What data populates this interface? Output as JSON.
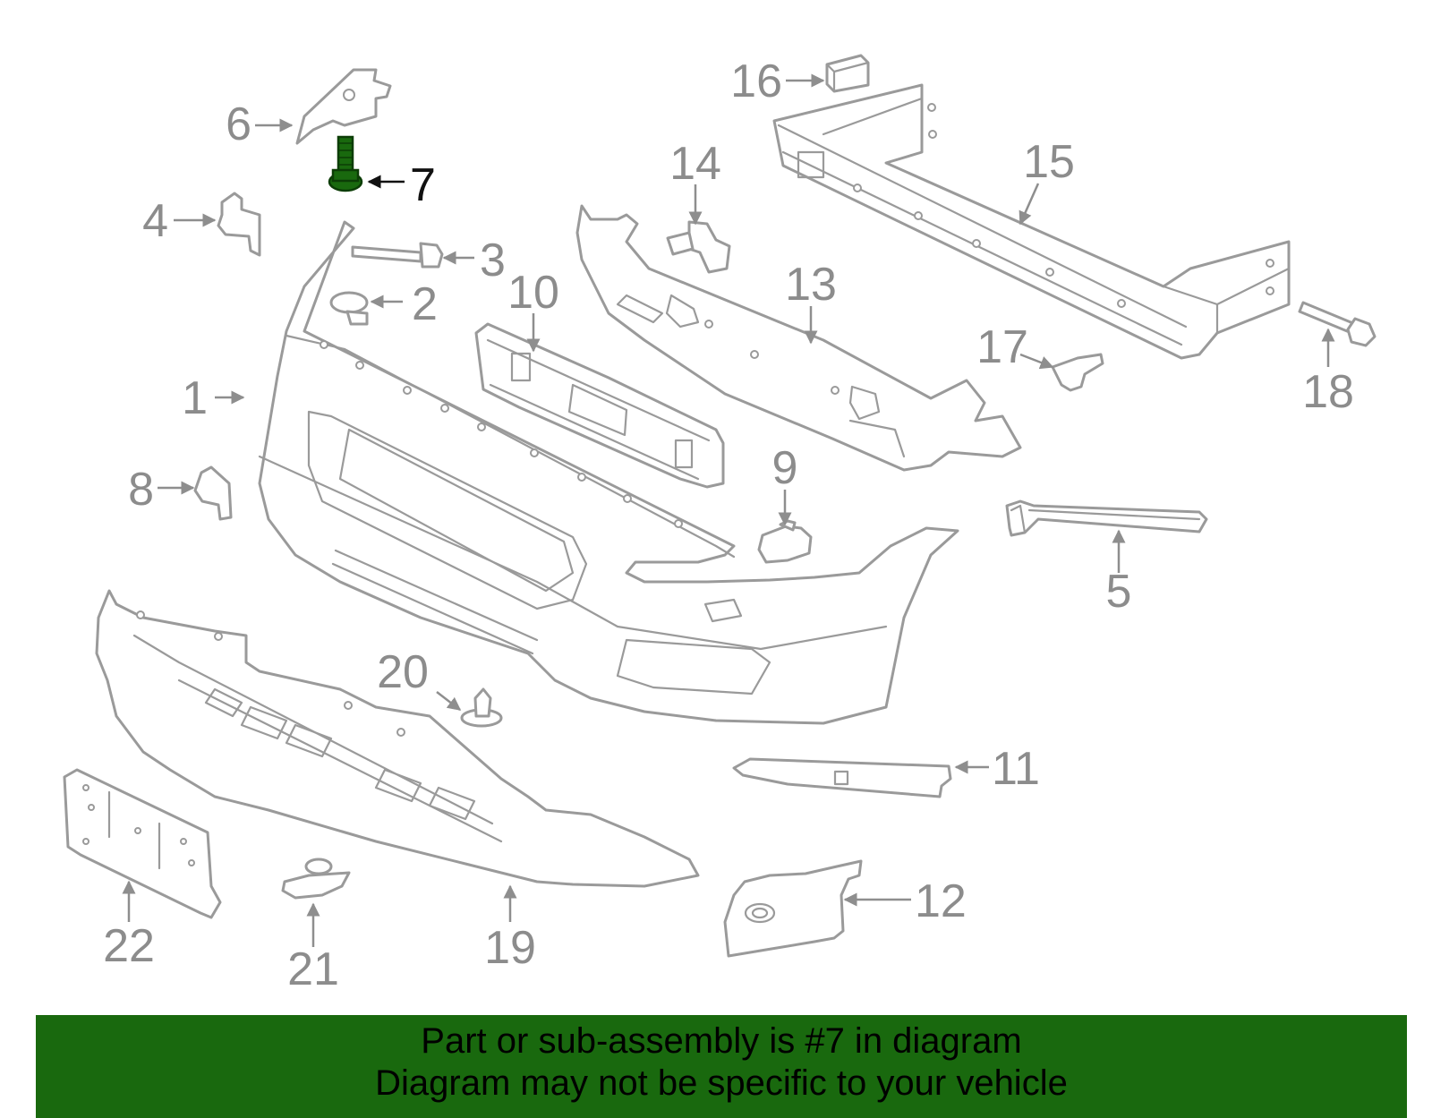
{
  "diagram": {
    "highlight_color": "#19690e",
    "highlighted_part": "7",
    "callouts": [
      "1",
      "2",
      "3",
      "4",
      "5",
      "6",
      "7",
      "8",
      "9",
      "10",
      "11",
      "12",
      "13",
      "14",
      "15",
      "16",
      "17",
      "18",
      "19",
      "20",
      "21",
      "22"
    ]
  },
  "banner": {
    "background": "#19690e",
    "line1": "Part or sub-assembly is #7 in diagram",
    "line2": "Diagram may not be specific to your vehicle"
  }
}
